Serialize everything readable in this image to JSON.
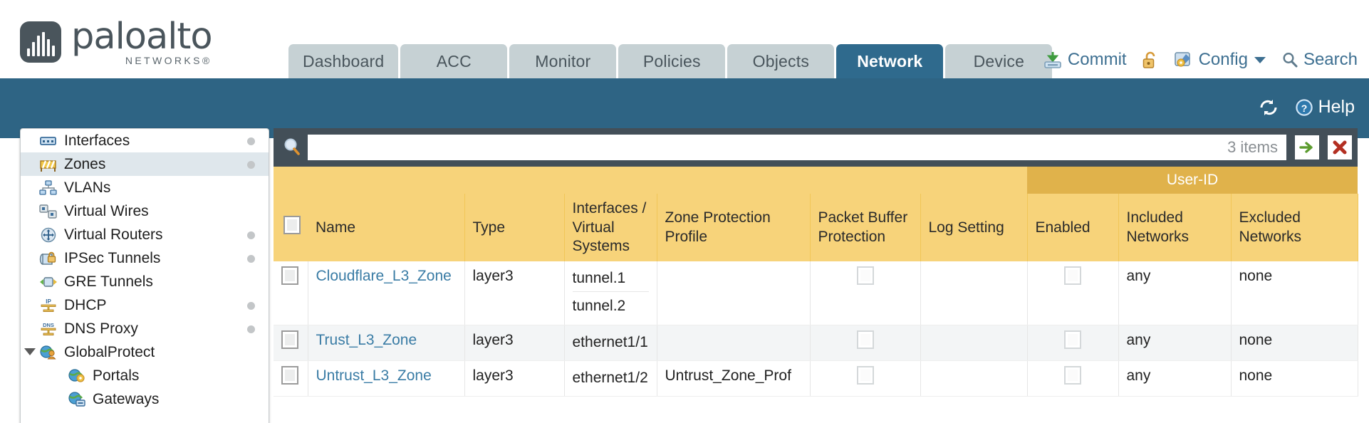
{
  "brand": {
    "name": "paloalto",
    "sub": "NETWORKS®",
    "logo_color": "#4a555c"
  },
  "nav_tabs": [
    {
      "label": "Dashboard",
      "active": false
    },
    {
      "label": "ACC",
      "active": false
    },
    {
      "label": "Monitor",
      "active": false
    },
    {
      "label": "Policies",
      "active": false
    },
    {
      "label": "Objects",
      "active": false
    },
    {
      "label": "Network",
      "active": true
    },
    {
      "label": "Device",
      "active": false
    }
  ],
  "header_actions": {
    "commit": "Commit",
    "lock_icon": "unlock-icon",
    "config": "Config",
    "search": "Search"
  },
  "blue_band": {
    "refresh_icon": "refresh-icon",
    "help": "Help"
  },
  "sidebar": {
    "items": [
      {
        "label": "Interfaces",
        "icon": "interfaces-icon",
        "dot": true,
        "selected": false,
        "child": false,
        "expander": false
      },
      {
        "label": "Zones",
        "icon": "zones-icon",
        "dot": true,
        "selected": true,
        "child": false,
        "expander": false
      },
      {
        "label": "VLANs",
        "icon": "vlans-icon",
        "dot": false,
        "selected": false,
        "child": false,
        "expander": false
      },
      {
        "label": "Virtual Wires",
        "icon": "virtual-wires-icon",
        "dot": false,
        "selected": false,
        "child": false,
        "expander": false
      },
      {
        "label": "Virtual Routers",
        "icon": "virtual-routers-icon",
        "dot": true,
        "selected": false,
        "child": false,
        "expander": false
      },
      {
        "label": "IPSec Tunnels",
        "icon": "ipsec-tunnels-icon",
        "dot": true,
        "selected": false,
        "child": false,
        "expander": false
      },
      {
        "label": "GRE Tunnels",
        "icon": "gre-tunnels-icon",
        "dot": false,
        "selected": false,
        "child": false,
        "expander": false
      },
      {
        "label": "DHCP",
        "icon": "dhcp-icon",
        "dot": true,
        "selected": false,
        "child": false,
        "expander": false
      },
      {
        "label": "DNS Proxy",
        "icon": "dns-proxy-icon",
        "dot": true,
        "selected": false,
        "child": false,
        "expander": false
      },
      {
        "label": "GlobalProtect",
        "icon": "globalprotect-icon",
        "dot": false,
        "selected": false,
        "child": false,
        "expander": true
      },
      {
        "label": "Portals",
        "icon": "portals-icon",
        "dot": false,
        "selected": false,
        "child": true,
        "expander": false
      },
      {
        "label": "Gateways",
        "icon": "gateways-icon",
        "dot": false,
        "selected": false,
        "child": true,
        "expander": false
      }
    ]
  },
  "toolbar": {
    "search_icon": "search-icon",
    "search_value": "",
    "search_placeholder": "",
    "item_count": "3 items",
    "apply_icon": "green-arrow-icon",
    "clear_icon": "red-x-icon"
  },
  "table": {
    "group_header": "User-ID",
    "columns": [
      "Name",
      "Type",
      "Interfaces / Virtual Systems",
      "Zone Protection Profile",
      "Packet Buffer Protection",
      "Log Setting",
      "Enabled",
      "Included Networks",
      "Excluded Networks"
    ],
    "rows": [
      {
        "selected": false,
        "name": "Cloudflare_L3_Zone",
        "type": "layer3",
        "interfaces": [
          "tunnel.1",
          "tunnel.2"
        ],
        "zone_protection_profile": "",
        "packet_buffer_protection": false,
        "log_setting": "",
        "userid_enabled": false,
        "included_networks": "any",
        "excluded_networks": "none"
      },
      {
        "selected": false,
        "name": "Trust_L3_Zone",
        "type": "layer3",
        "interfaces": [
          "ethernet1/1"
        ],
        "zone_protection_profile": "",
        "packet_buffer_protection": false,
        "log_setting": "",
        "userid_enabled": false,
        "included_networks": "any",
        "excluded_networks": "none"
      },
      {
        "selected": false,
        "name": "Untrust_L3_Zone",
        "type": "layer3",
        "interfaces": [
          "ethernet1/2"
        ],
        "zone_protection_profile": "Untrust_Zone_Prof",
        "packet_buffer_protection": false,
        "log_setting": "",
        "userid_enabled": false,
        "included_networks": "any",
        "excluded_networks": "none"
      }
    ]
  },
  "colors": {
    "brand_blue": "#2e6484",
    "tab_active": "#2f6a8d",
    "tab_inactive": "#c6d1d4",
    "table_header": "#f7d37a",
    "table_group_header": "#e0b24b",
    "toolbar": "#434f58",
    "link": "#3a7ca5"
  }
}
